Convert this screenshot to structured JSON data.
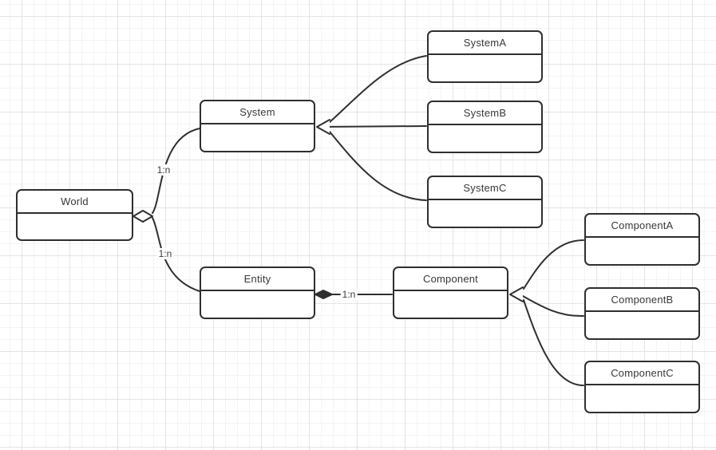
{
  "diagram": {
    "nodes": {
      "world": {
        "label": "World"
      },
      "system": {
        "label": "System"
      },
      "entity": {
        "label": "Entity"
      },
      "component": {
        "label": "Component"
      },
      "systemA": {
        "label": "SystemA"
      },
      "systemB": {
        "label": "SystemB"
      },
      "systemC": {
        "label": "SystemC"
      },
      "componentA": {
        "label": "ComponentA"
      },
      "componentB": {
        "label": "ComponentB"
      },
      "componentC": {
        "label": "ComponentC"
      }
    },
    "edges": [
      {
        "from": "World",
        "to": "System",
        "label": "1:n",
        "source_marker": "open-diamond"
      },
      {
        "from": "World",
        "to": "Entity",
        "label": "1:n",
        "source_marker": "open-diamond"
      },
      {
        "from": "Entity",
        "to": "Component",
        "label": "1:n",
        "source_marker": "filled-diamond"
      },
      {
        "from": "SystemA",
        "to": "System",
        "target_marker": "open-arrow"
      },
      {
        "from": "SystemB",
        "to": "System",
        "target_marker": "open-arrow"
      },
      {
        "from": "SystemC",
        "to": "System",
        "target_marker": "open-arrow"
      },
      {
        "from": "ComponentA",
        "to": "Component",
        "target_marker": "open-arrow"
      },
      {
        "from": "ComponentB",
        "to": "Component",
        "target_marker": "open-arrow"
      },
      {
        "from": "ComponentC",
        "to": "Component",
        "target_marker": "open-arrow"
      }
    ],
    "colors": {
      "stroke": "#2f2f2f",
      "text": "#383838",
      "node_fill": "#ffffff",
      "canvas_background": "#ffffff",
      "grid_minor": "#f4f4f4",
      "grid_major": "#e4e4e4"
    }
  }
}
